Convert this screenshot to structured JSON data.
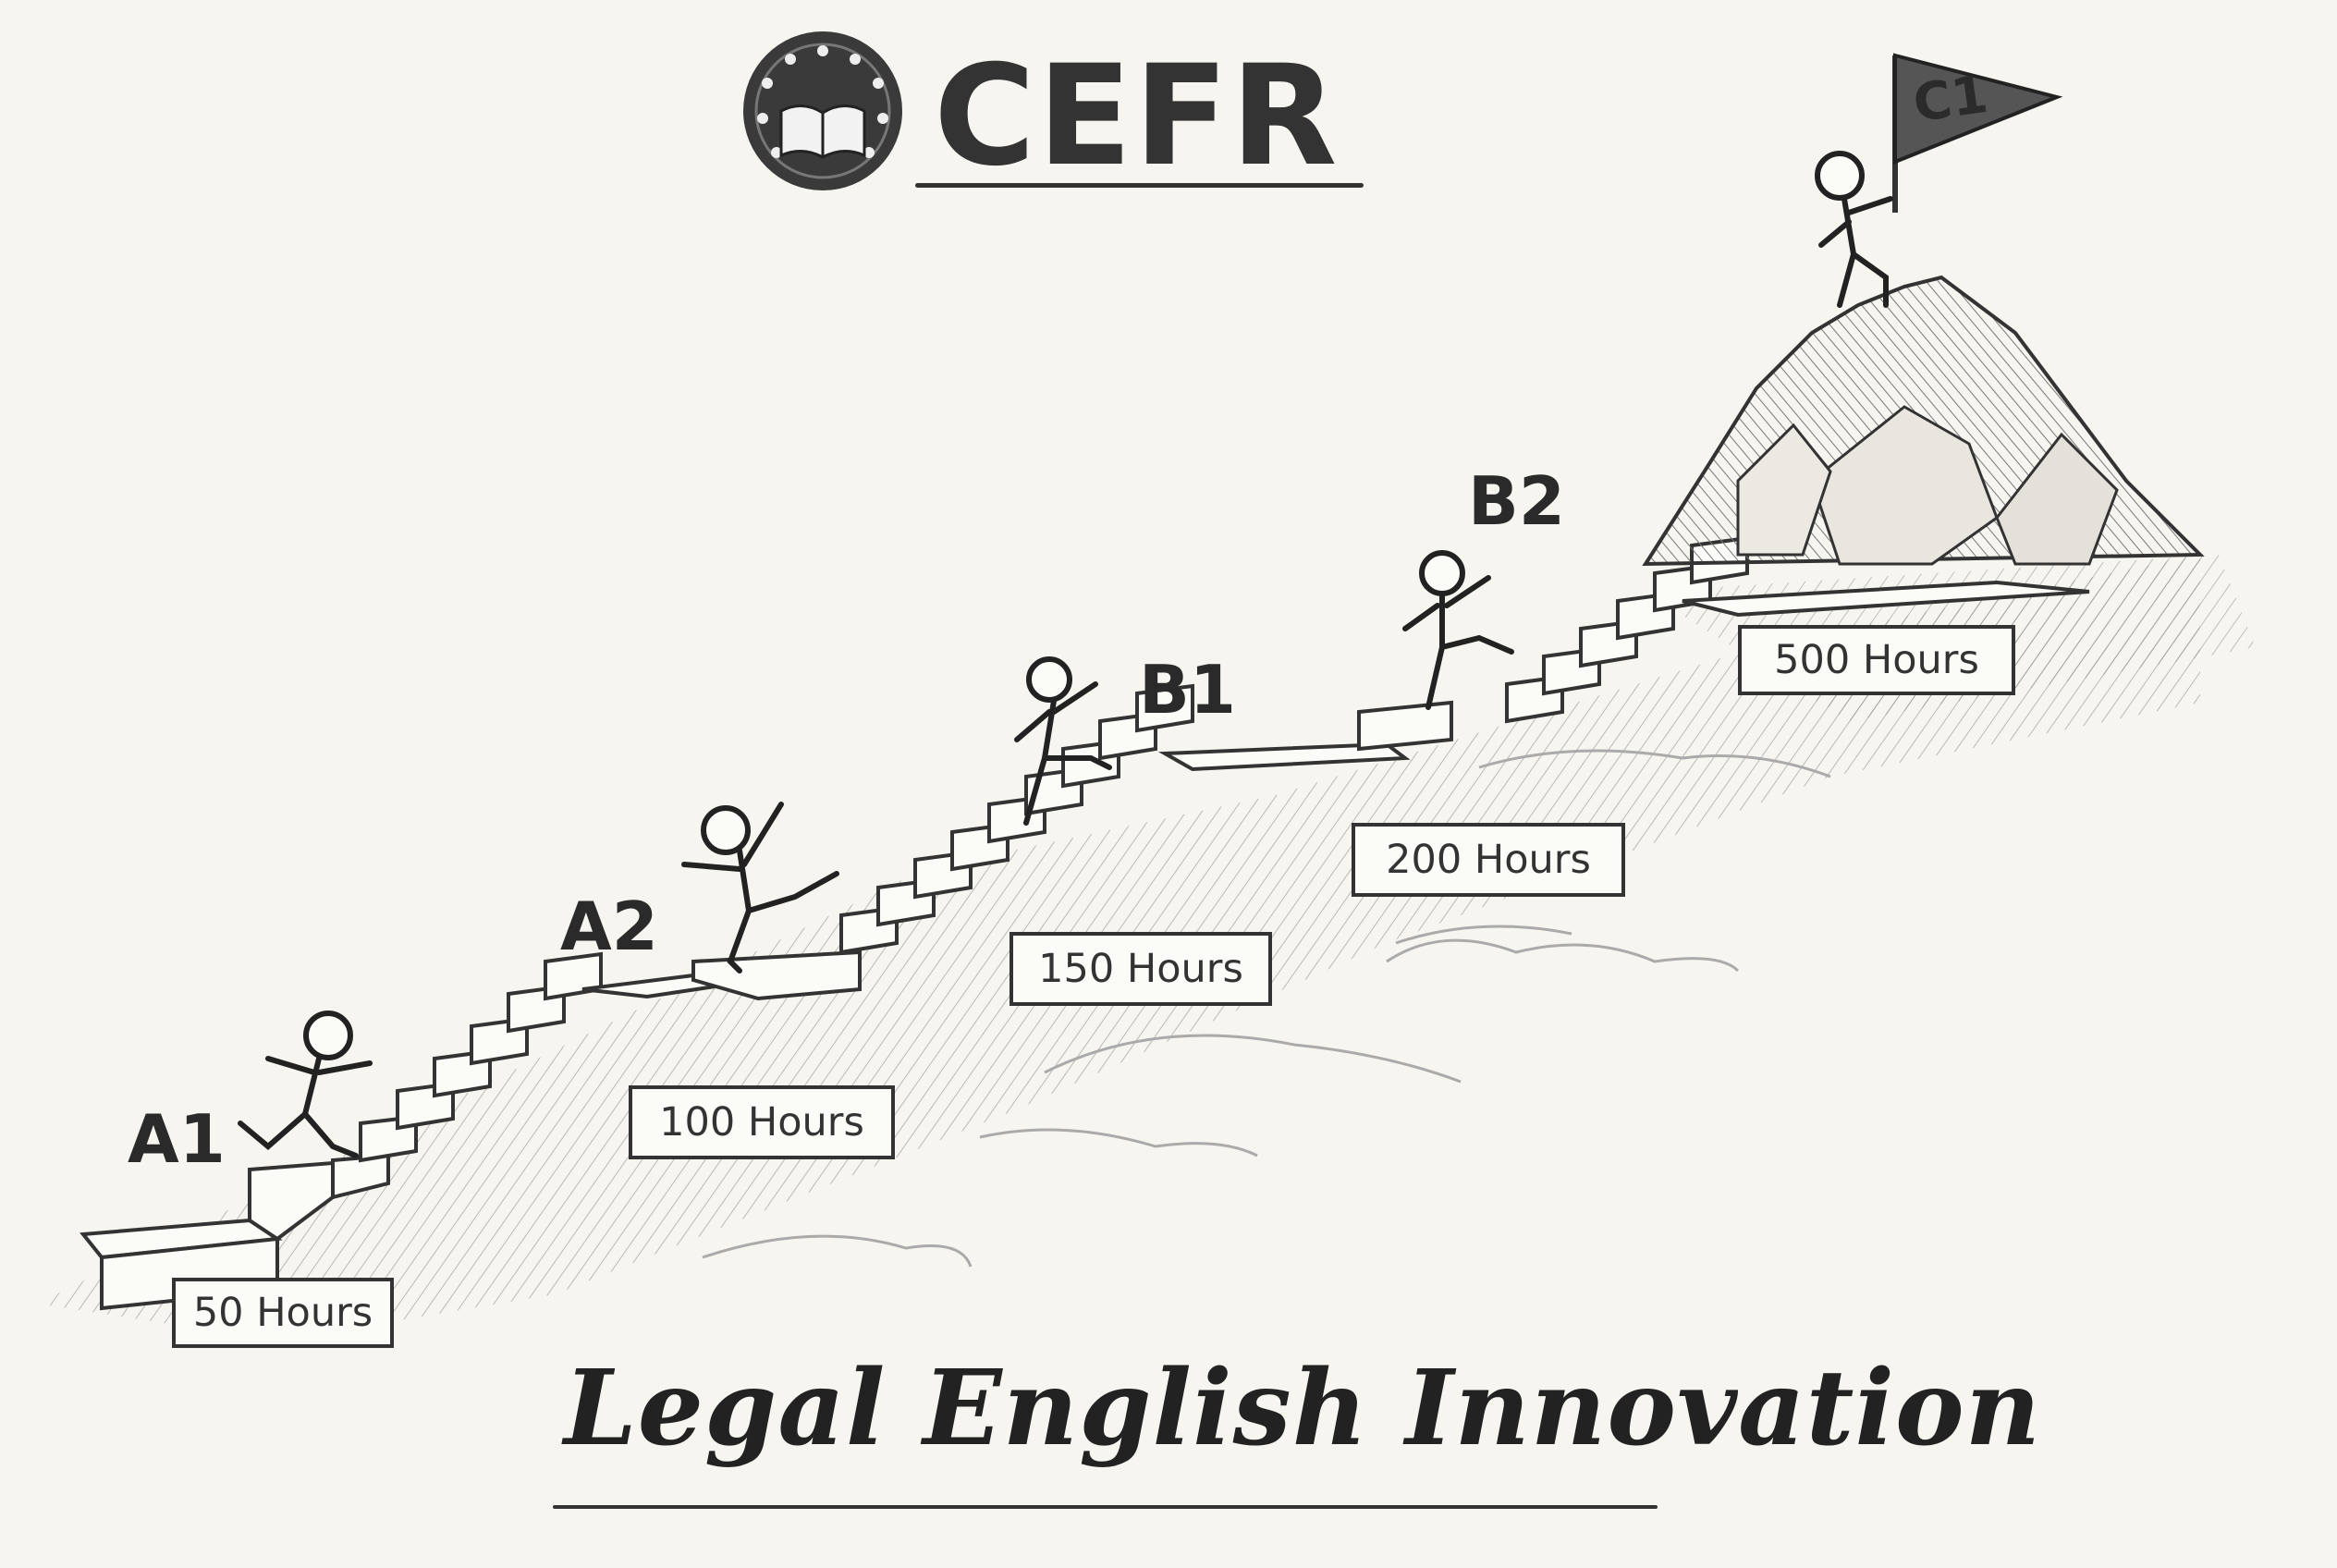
{
  "header": {
    "title": "CEFR"
  },
  "levels": [
    {
      "label": "A1",
      "hours": "50 Hours"
    },
    {
      "label": "A2",
      "hours": "100 Hours"
    },
    {
      "label": "B1",
      "hours": "150 Hours"
    },
    {
      "label": "B2",
      "hours": "200 Hours"
    },
    {
      "label": "C1",
      "hours": "500 Hours"
    }
  ],
  "footer": {
    "text": "Legal English Innovation"
  },
  "colors": {
    "ink": "#2a2a2a",
    "paper": "#f6f5f0"
  },
  "icons": [
    "eu-book-logo-icon",
    "flag-icon",
    "stick-figure-icon",
    "mountain-icon",
    "cloud-icon"
  ]
}
